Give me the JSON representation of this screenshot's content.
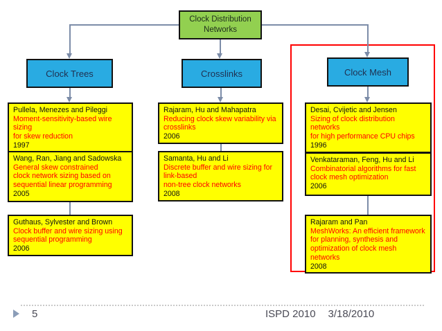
{
  "colors": {
    "root_fill": "#92D050",
    "category_fill": "#29ABE2",
    "paper_fill": "#FFFF00",
    "paper_title_text": "#FF0000",
    "highlight_outline": "#FF0000",
    "connector": "#7C8CA8"
  },
  "diagram": {
    "root": {
      "label": "Clock Distribution\nNetworks"
    },
    "branches": [
      {
        "label": "Clock Trees",
        "papers": [
          {
            "authors": "Pullela, Menezes and Pileggi",
            "title": "Moment-sensitivity-based wire sizing\nfor skew reduction",
            "year": "1997"
          },
          {
            "authors": "Wang, Ran, Jiang and Sadowska",
            "title": "General skew constrained\nclock network sizing based on\nsequential linear programming",
            "year": "2005"
          },
          {
            "authors": "Guthaus, Sylvester and Brown",
            "title": "Clock buffer and wire sizing using\nsequential programming",
            "year": "2006"
          }
        ]
      },
      {
        "label": "Crosslinks",
        "papers": [
          {
            "authors": "Rajaram, Hu and Mahapatra",
            "title": "Reducing clock skew variability via\ncrosslinks",
            "year": "2006"
          },
          {
            "authors": "Samanta, Hu and Li",
            "title": "Discrete buffer and wire sizing for\nlink-based\nnon-tree clock networks",
            "year": "2008"
          }
        ]
      },
      {
        "label": "Clock Mesh",
        "papers": [
          {
            "authors": "Desai, Cvijetic and Jensen",
            "title": "Sizing of clock distribution networks\nfor high performance CPU chips",
            "year": "1996"
          },
          {
            "authors": "Venkataraman, Feng, Hu and Li",
            "title": "Combinatorial algorithms for fast\nclock mesh optimization",
            "year": "2006"
          },
          {
            "authors": "Rajaram and Pan",
            "title": "MeshWorks: An efficient framework\nfor planning, synthesis and\noptimization of clock mesh networks",
            "year": "2008"
          }
        ]
      }
    ]
  },
  "footer": {
    "slide_number": "5",
    "conference": "ISPD 2010",
    "date": "3/18/2010"
  }
}
